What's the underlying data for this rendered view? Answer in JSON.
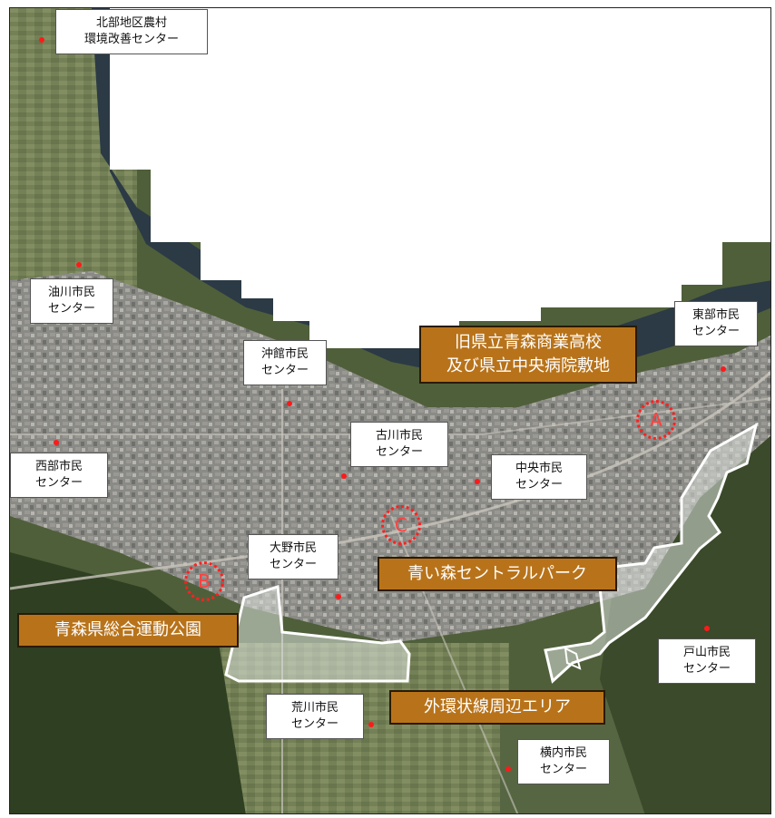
{
  "map": {
    "sites": [
      {
        "id": "site-a",
        "letter": "A"
      },
      {
        "id": "site-b",
        "letter": "B"
      },
      {
        "id": "site-c",
        "letter": "C"
      }
    ],
    "banners": {
      "old_school": [
        "旧県立青森商業高校",
        "及び県立中央病院敷地"
      ],
      "central_park": "青い森セントラルパーク",
      "sports_park": "青森県総合運動公園",
      "ring_road": "外環状線周辺エリア"
    },
    "centers": {
      "hokubu": [
        "北部地区農村",
        "環境改善センター"
      ],
      "aburakawa": [
        "油川市民",
        "センター"
      ],
      "okidate": [
        "沖館市民",
        "センター"
      ],
      "furukawa": [
        "古川市民",
        "センター"
      ],
      "tobu": [
        "東部市民",
        "センター"
      ],
      "seibu": [
        "西部市民",
        "センター"
      ],
      "chuo": [
        "中央市民",
        "センター"
      ],
      "ono": [
        "大野市民",
        "センター"
      ],
      "toyama": [
        "戸山市民",
        "センター"
      ],
      "arakawa": [
        "荒川市民",
        "センター"
      ],
      "yokouchi": [
        "横内市民",
        "センター"
      ]
    },
    "colors": {
      "banner_fill": "#b8731a",
      "marker": "#ff1a1a",
      "sea_mask": "#ffffff",
      "area_outline": "#ffffff"
    }
  }
}
